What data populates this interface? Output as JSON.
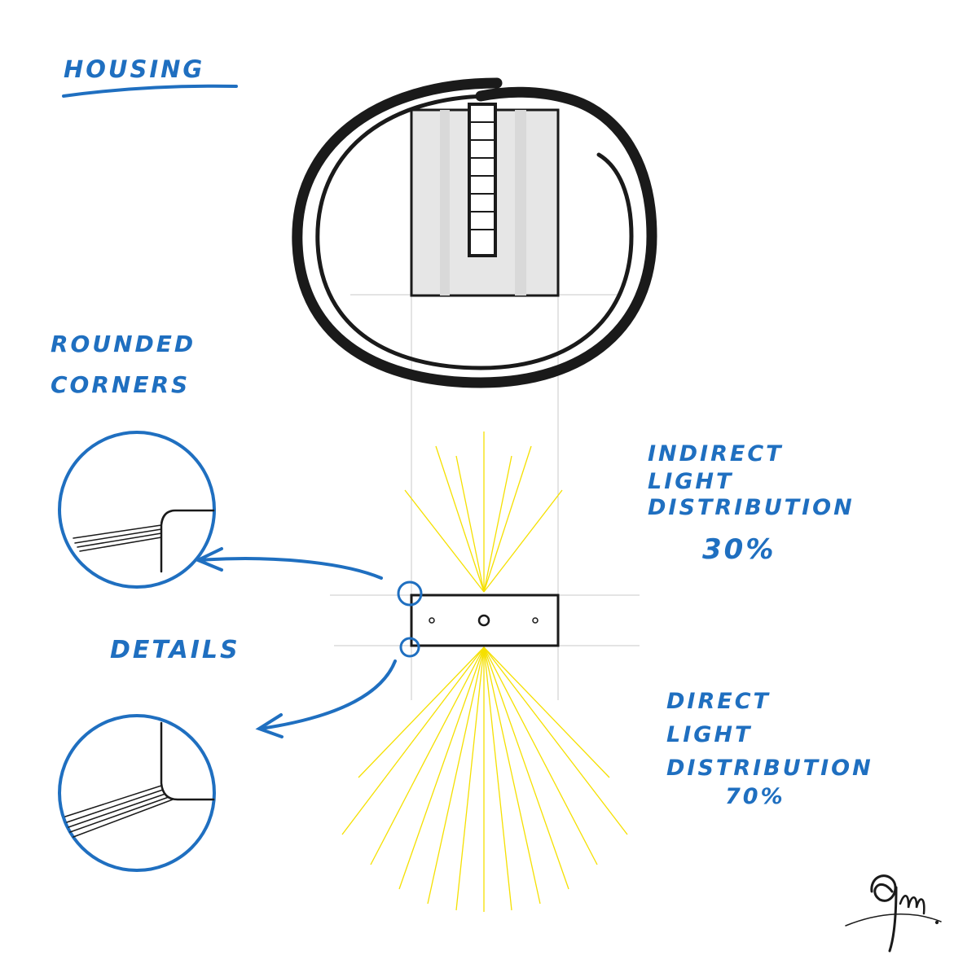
{
  "labels": {
    "housing": "HOUSING",
    "rounded_1": "ROUNDED",
    "rounded_2": "CORNERS",
    "details": "DETAILS",
    "indirect_1": "INDIRECT",
    "indirect_2": "LIGHT",
    "indirect_3": "DISTRIBUTION",
    "indirect_pct": "30%",
    "direct_1": "DIRECT",
    "direct_2": "LIGHT",
    "direct_3": "DISTRIBUTION",
    "direct_pct": "70%"
  },
  "light_split": {
    "indirect_percent": 30,
    "direct_percent": 70
  },
  "colors": {
    "ink": "#1a1a1a",
    "annotation": "#1f6fc0",
    "light": "#f5e000",
    "panel": "#e6e6e6"
  },
  "icons": {
    "signature": "artist-signature-logo"
  }
}
